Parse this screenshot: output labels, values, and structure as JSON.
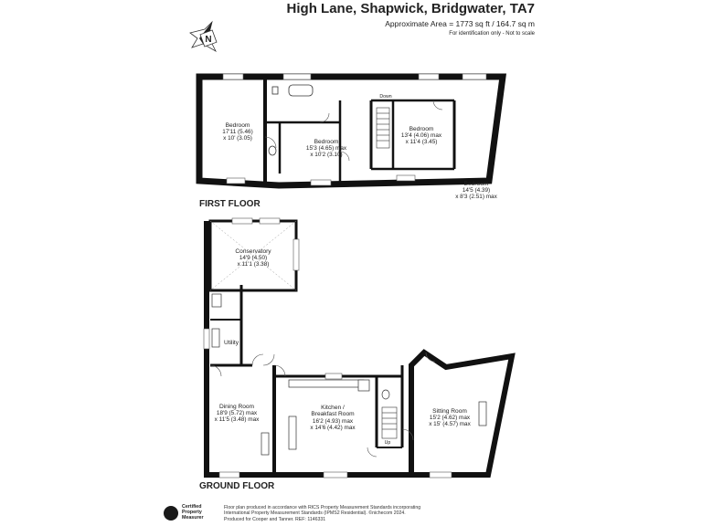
{
  "header": {
    "address": "High Lane, Shapwick, Bridgwater, TA7",
    "area": "Approximate Area = 1773 sq ft / 164.7 sq m",
    "note": "For identification only - Not to scale"
  },
  "compass": {
    "letter": "N"
  },
  "floors": {
    "first": {
      "label": "FIRST FLOOR"
    },
    "ground": {
      "label": "GROUND FLOOR"
    }
  },
  "rooms": {
    "bedroom1": {
      "name": "Bedroom",
      "dim1": "17'11 (5.46)",
      "dim2": "x 10' (3.05)"
    },
    "bedroom2": {
      "name": "Bedroom",
      "dim1": "15'3 (4.65) max",
      "dim2": "x 10'2 (3.10)"
    },
    "bedroom3": {
      "name": "Bedroom",
      "dim1": "13'4 (4.06) max",
      "dim2": "x 11'4 (3.45)"
    },
    "bedroom4": {
      "name": "Bedroom",
      "dim1": "14'5 (4.39)",
      "dim2": "x 8'3 (2.51) max"
    },
    "conservatory": {
      "name": "Conservatory",
      "dim1": "14'9 (4.50)",
      "dim2": "x 11'1 (3.38)"
    },
    "utility": {
      "name": "Utility"
    },
    "dining": {
      "name": "Dining Room",
      "dim1": "18'9 (5.72) max",
      "dim2": "x 11'5 (3.48) max"
    },
    "kitchen": {
      "name": "Kitchen /",
      "name2": "Breakfast Room",
      "dim1": "16'2 (4.93) max",
      "dim2": "x 14'6 (4.42) max"
    },
    "sitting": {
      "name": "Sitting Room",
      "dim1": "15'2 (4.62) max",
      "dim2": "x 15' (4.57) max"
    }
  },
  "stairs": {
    "down": "Down",
    "up": "Up"
  },
  "badge": {
    "line1": "Certified",
    "line2": "Property",
    "line3": "Measurer"
  },
  "footer": {
    "line1": "Floor plan produced in accordance with RICS Property Measurement Standards incorporating",
    "line2": "International Property Measurement Standards (IPMS2 Residential). ©nichecom 2024.",
    "line3": "Produced for Cooper and Tanner.   REF: 1146331"
  }
}
